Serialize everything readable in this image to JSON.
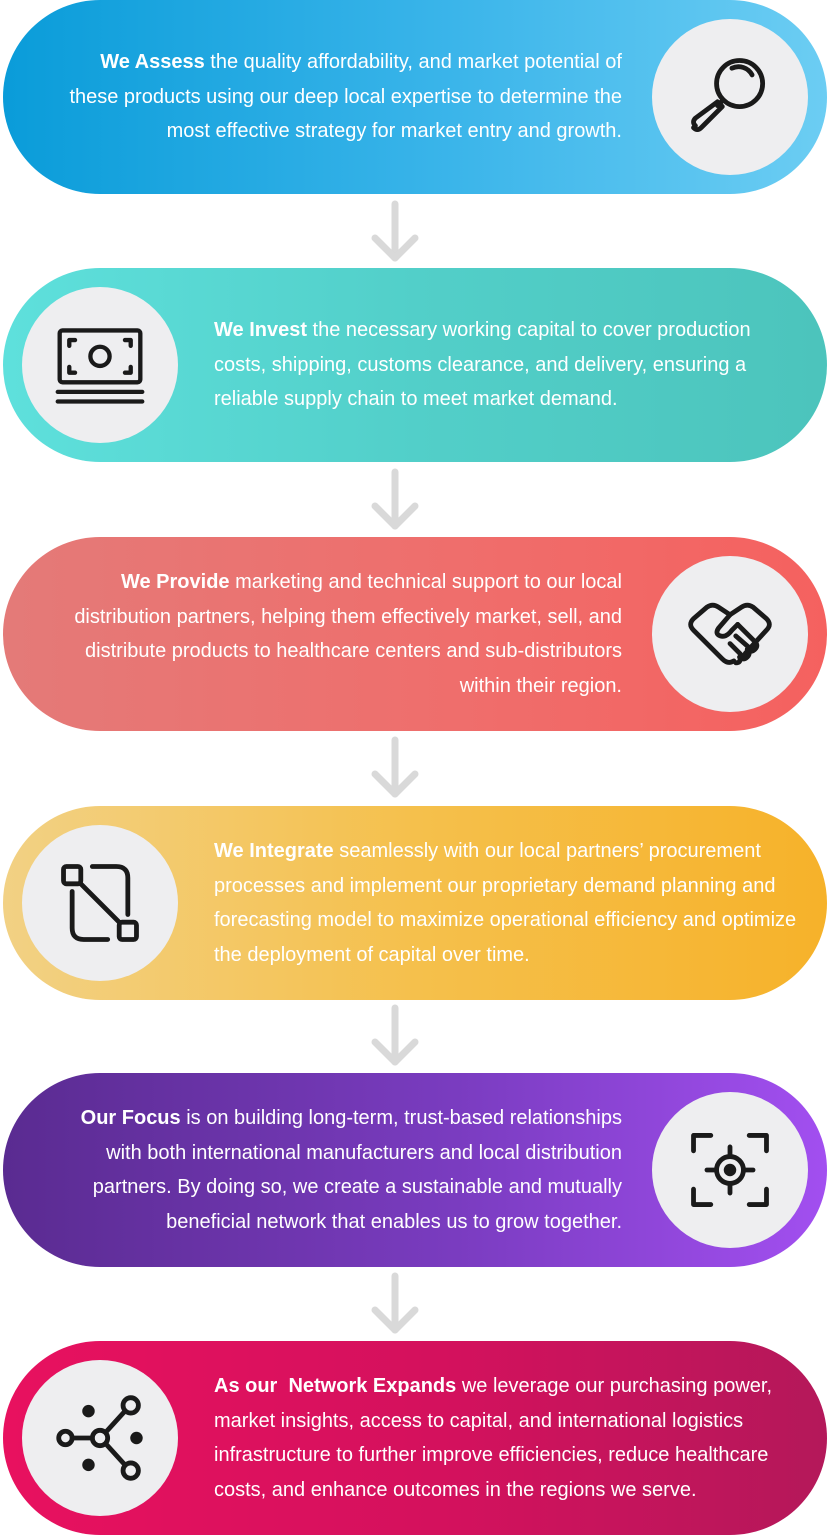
{
  "steps": [
    {
      "lead": "We Assess",
      "body": " the quality affordability, and market potential of these products using our deep local expertise to determine the most effective strategy for market entry and growth.",
      "icon": "magnifying-glass-icon"
    },
    {
      "lead": "We Invest",
      "body": " the necessary working capital to cover production costs, shipping, customs clearance, and delivery, ensuring a reliable supply chain to meet market demand.",
      "icon": "banknote-icon"
    },
    {
      "lead": "We Provide",
      "body": " marketing and technical support to our local distribution partners, helping them effectively market, sell, and distribute products to healthcare centers and sub-distributors within their region.",
      "icon": "handshake-icon"
    },
    {
      "lead": "We Integrate",
      "body": " seamlessly with our local partners’ procurement processes and implement our proprietary demand planning and forecasting model to maximize operational efficiency and optimize the deployment of capital over time.",
      "icon": "connection-flow-icon"
    },
    {
      "lead": "Our Focus",
      "body": " is on building long-term, trust-based relationships with both international manufacturers and local distribution partners. By doing so, we create a sustainable and mutually beneficial network that enables us to grow together.",
      "icon": "target-focus-icon"
    },
    {
      "lead": "As our  Network Expands",
      "body": " we leverage our purchasing power, market insights, access to capital, and international logistics infrastructure to further improve efficiencies, reduce healthcare costs, and enhance outcomes in the regions we serve.",
      "icon": "network-nodes-icon"
    }
  ],
  "colors": {
    "assess": "#0a9cd9",
    "invest": "#52cfc9",
    "provide": "#ef6e6c",
    "integrate": "#f5c04c",
    "focus": "#7a3cc0",
    "expand": "#d3115d",
    "arrow": "#d9d9d9",
    "icon_bg": "#eeeef0"
  }
}
